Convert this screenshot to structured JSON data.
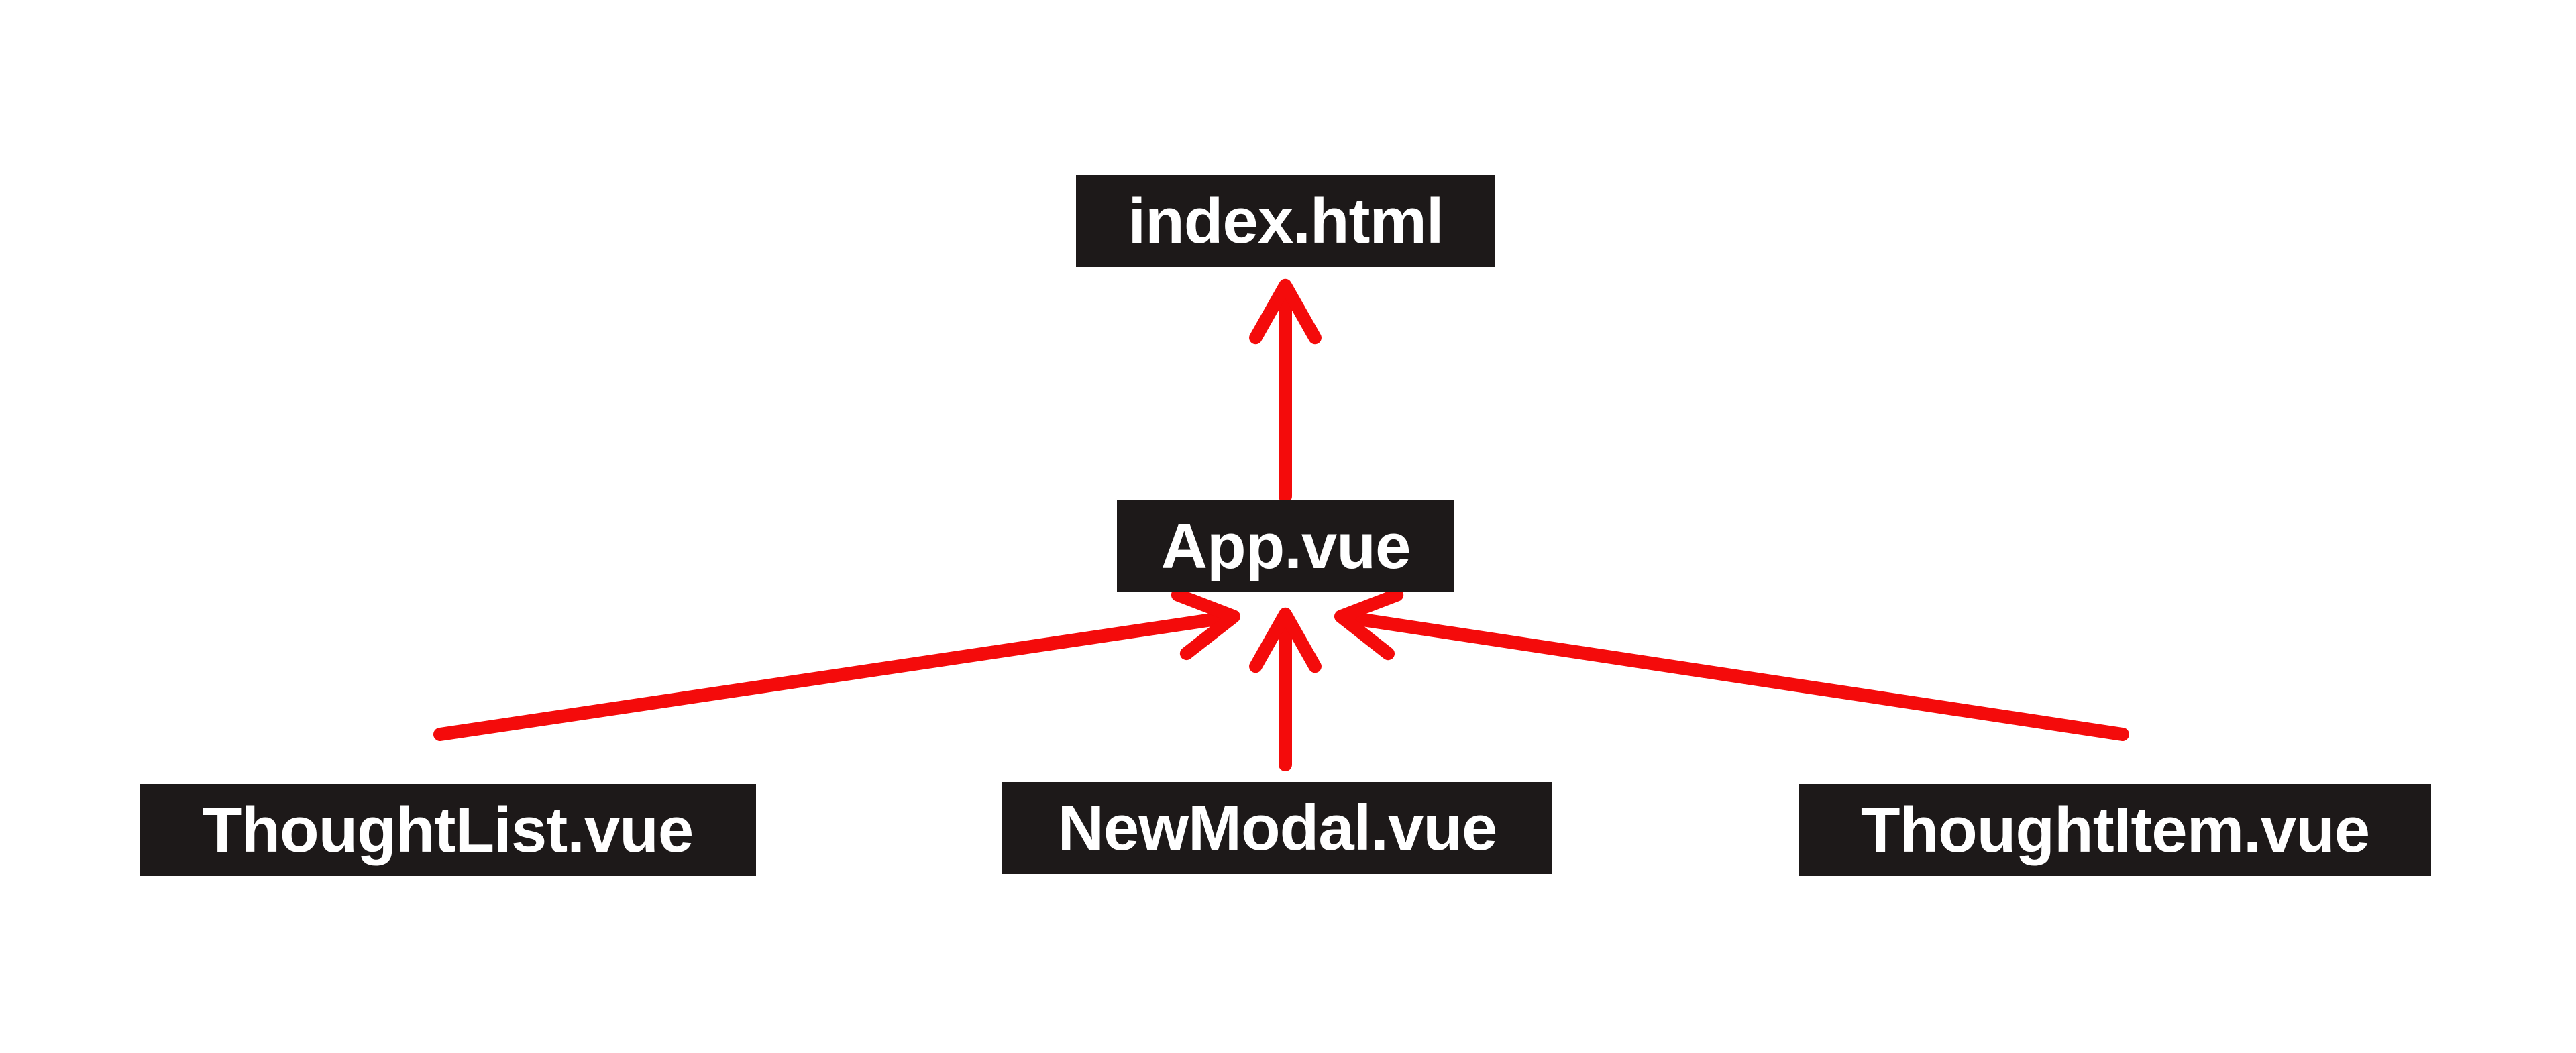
{
  "colors": {
    "arrow-color": "#f40b0b",
    "node-bg": "#1d1919",
    "node-text": "#ffffff",
    "page-bg": "#ffffff"
  },
  "diagram": {
    "nodes": [
      {
        "id": "index-html",
        "label": "index.html"
      },
      {
        "id": "app-vue",
        "label": "App.vue"
      },
      {
        "id": "thoughtlist-vue",
        "label": "ThoughtList.vue"
      },
      {
        "id": "newmodal-vue",
        "label": "NewModal.vue"
      },
      {
        "id": "thoughtitem-vue",
        "label": "ThoughtItem.vue"
      }
    ],
    "edges": [
      {
        "from": "app-vue",
        "to": "index-html"
      },
      {
        "from": "thoughtlist-vue",
        "to": "app-vue"
      },
      {
        "from": "newmodal-vue",
        "to": "app-vue"
      },
      {
        "from": "thoughtitem-vue",
        "to": "app-vue"
      }
    ]
  }
}
